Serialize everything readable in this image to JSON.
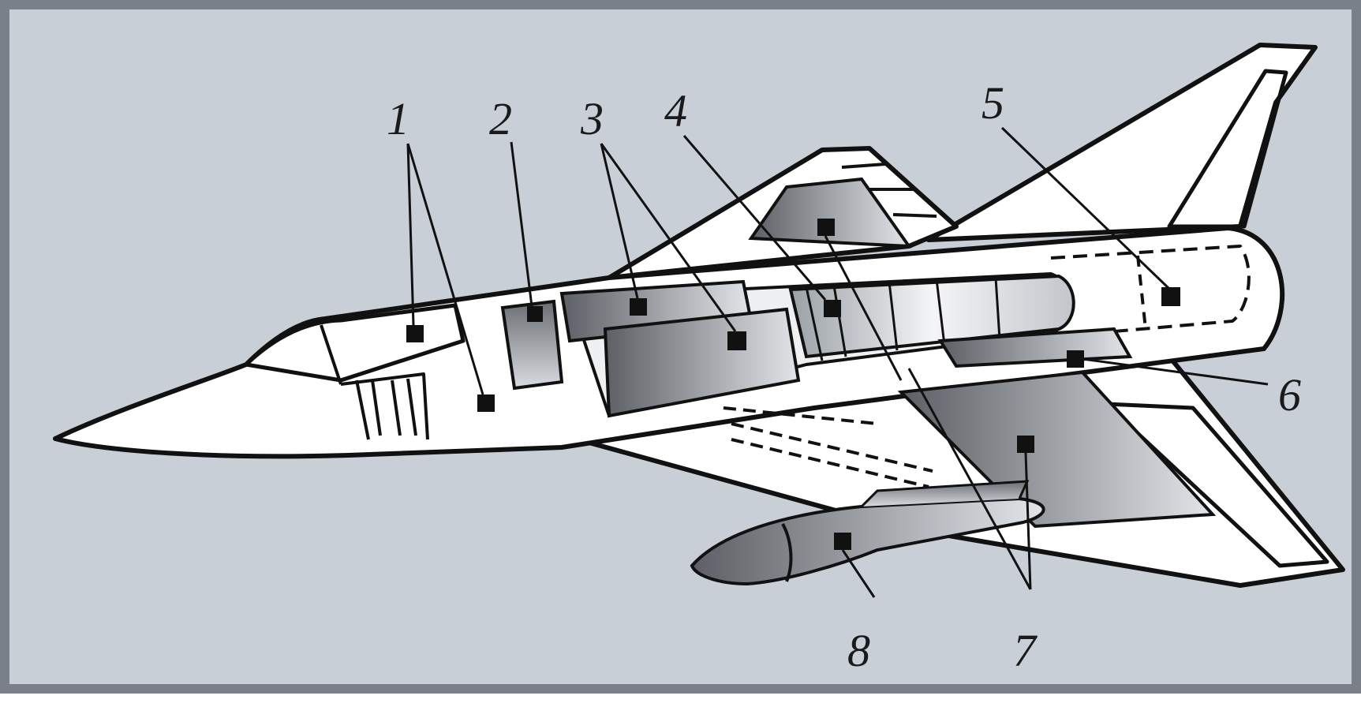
{
  "diagram": {
    "callout_labels": [
      "1",
      "2",
      "3",
      "4",
      "5",
      "6",
      "7",
      "8"
    ],
    "colors": {
      "background": "#c9cfd6",
      "frame": "#78808a",
      "airframe": "#ffffff",
      "outline": "#111111",
      "tank_dark": "#5c6066",
      "tank_light": "#d9dce0"
    }
  }
}
